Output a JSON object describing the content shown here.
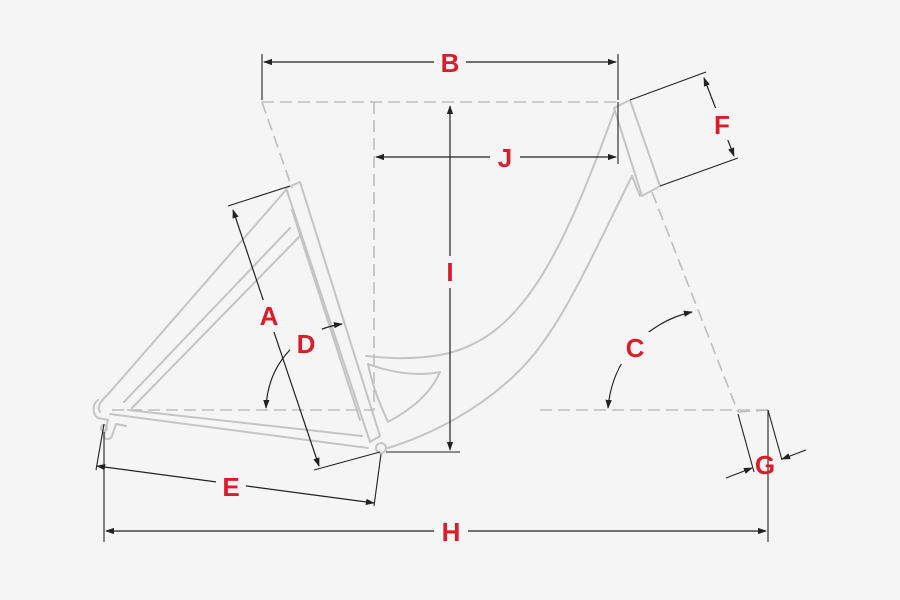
{
  "diagram": {
    "labels": {
      "A": "A",
      "B": "B",
      "C": "C",
      "D": "D",
      "E": "E",
      "F": "F",
      "G": "G",
      "H": "H",
      "I": "I",
      "J": "J"
    }
  },
  "colors": {
    "background": "#f5f5f5",
    "frame_outline": "#c4c4c4",
    "dimension_line": "#222222",
    "label": "#d81e2a"
  }
}
